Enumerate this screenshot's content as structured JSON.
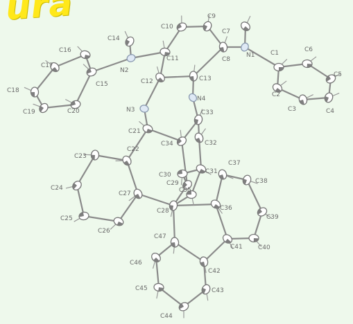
{
  "title_fragment": "ura",
  "atoms": [
    {
      "id": "C1",
      "label": "C1"
    },
    {
      "id": "C2",
      "label": "C2"
    },
    {
      "id": "C3",
      "label": "C3"
    },
    {
      "id": "C4",
      "label": "C4"
    },
    {
      "id": "C5",
      "label": "C5"
    },
    {
      "id": "C6",
      "label": "C6"
    },
    {
      "id": "C7",
      "label": "C7"
    },
    {
      "id": "C8",
      "label": "C8"
    },
    {
      "id": "C9",
      "label": "C9"
    },
    {
      "id": "C10",
      "label": "C10"
    },
    {
      "id": "C11",
      "label": "C11"
    },
    {
      "id": "C12",
      "label": "C12"
    },
    {
      "id": "C13",
      "label": "C13"
    },
    {
      "id": "C14",
      "label": "C14"
    },
    {
      "id": "C15",
      "label": "C15"
    },
    {
      "id": "C16",
      "label": "C16"
    },
    {
      "id": "C17",
      "label": "C17"
    },
    {
      "id": "C18",
      "label": "C18"
    },
    {
      "id": "C19",
      "label": "C19"
    },
    {
      "id": "C20",
      "label": "C20"
    },
    {
      "id": "C21",
      "label": "C21"
    },
    {
      "id": "C22",
      "label": "C22"
    },
    {
      "id": "C23",
      "label": "C23"
    },
    {
      "id": "C24",
      "label": "C24"
    },
    {
      "id": "C25",
      "label": "C25"
    },
    {
      "id": "C26",
      "label": "C26"
    },
    {
      "id": "C27",
      "label": "C27"
    },
    {
      "id": "C28",
      "label": "C28"
    },
    {
      "id": "C29",
      "label": "C29"
    },
    {
      "id": "C30",
      "label": "C30"
    },
    {
      "id": "C31",
      "label": "C31"
    },
    {
      "id": "C32",
      "label": "C32"
    },
    {
      "id": "C33",
      "label": "C33"
    },
    {
      "id": "C34",
      "label": "C34"
    },
    {
      "id": "C35",
      "label": "C35"
    },
    {
      "id": "C36",
      "label": "C36"
    },
    {
      "id": "C37",
      "label": "C37"
    },
    {
      "id": "C38",
      "label": "C38"
    },
    {
      "id": "C39",
      "label": "C39"
    },
    {
      "id": "C40",
      "label": "C40"
    },
    {
      "id": "C41",
      "label": "C41"
    },
    {
      "id": "C42",
      "label": "C42"
    },
    {
      "id": "C43",
      "label": "C43"
    },
    {
      "id": "C44",
      "label": "C44"
    },
    {
      "id": "C45",
      "label": "C45"
    },
    {
      "id": "C46",
      "label": "C46"
    },
    {
      "id": "C47",
      "label": "C47"
    },
    {
      "id": "N1",
      "label": "N1",
      "element": "N"
    },
    {
      "id": "N2",
      "label": "N2",
      "element": "N"
    },
    {
      "id": "N3",
      "label": "N3",
      "element": "N"
    },
    {
      "id": "N4",
      "label": "N4",
      "element": "N"
    }
  ],
  "bonds": [
    [
      "N1",
      "C1"
    ],
    [
      "C1",
      "C2"
    ],
    [
      "C2",
      "C3"
    ],
    [
      "C3",
      "C4"
    ],
    [
      "C4",
      "C5"
    ],
    [
      "C5",
      "C6"
    ],
    [
      "C6",
      "C1"
    ],
    [
      "N1",
      "C7"
    ],
    [
      "N1",
      "C8"
    ],
    [
      "C8",
      "C9"
    ],
    [
      "C9",
      "C10"
    ],
    [
      "C10",
      "C11"
    ],
    [
      "C11",
      "C12"
    ],
    [
      "C12",
      "C13"
    ],
    [
      "C13",
      "C8"
    ],
    [
      "C11",
      "N2"
    ],
    [
      "N2",
      "C14"
    ],
    [
      "N2",
      "C15"
    ],
    [
      "C15",
      "C16"
    ],
    [
      "C16",
      "C17"
    ],
    [
      "C17",
      "C18"
    ],
    [
      "C18",
      "C19"
    ],
    [
      "C19",
      "C20"
    ],
    [
      "C20",
      "C15"
    ],
    [
      "C12",
      "N3"
    ],
    [
      "C13",
      "N4"
    ],
    [
      "N3",
      "C21"
    ],
    [
      "N4",
      "C33"
    ],
    [
      "C21",
      "C22"
    ],
    [
      "C21",
      "C34"
    ],
    [
      "C33",
      "C32"
    ],
    [
      "C33",
      "C34"
    ],
    [
      "C22",
      "C23"
    ],
    [
      "C23",
      "C24"
    ],
    [
      "C24",
      "C25"
    ],
    [
      "C25",
      "C26"
    ],
    [
      "C26",
      "C27"
    ],
    [
      "C27",
      "C22"
    ],
    [
      "C27",
      "C28"
    ],
    [
      "C28",
      "C29"
    ],
    [
      "C29",
      "C30"
    ],
    [
      "C30",
      "C31"
    ],
    [
      "C31",
      "C32"
    ],
    [
      "C29",
      "C34"
    ],
    [
      "C28",
      "C36"
    ],
    [
      "C36",
      "C37"
    ],
    [
      "C37",
      "C38"
    ],
    [
      "C38",
      "C39"
    ],
    [
      "C39",
      "C40"
    ],
    [
      "C40",
      "C41"
    ],
    [
      "C41",
      "C36"
    ],
    [
      "C28",
      "C47"
    ],
    [
      "C47",
      "C42"
    ],
    [
      "C42",
      "C43"
    ],
    [
      "C43",
      "C44"
    ],
    [
      "C44",
      "C45"
    ],
    [
      "C45",
      "C46"
    ],
    [
      "C46",
      "C47"
    ],
    [
      "C41",
      "C42"
    ],
    [
      "C31",
      "C35"
    ],
    [
      "C35",
      "C28"
    ]
  ]
}
